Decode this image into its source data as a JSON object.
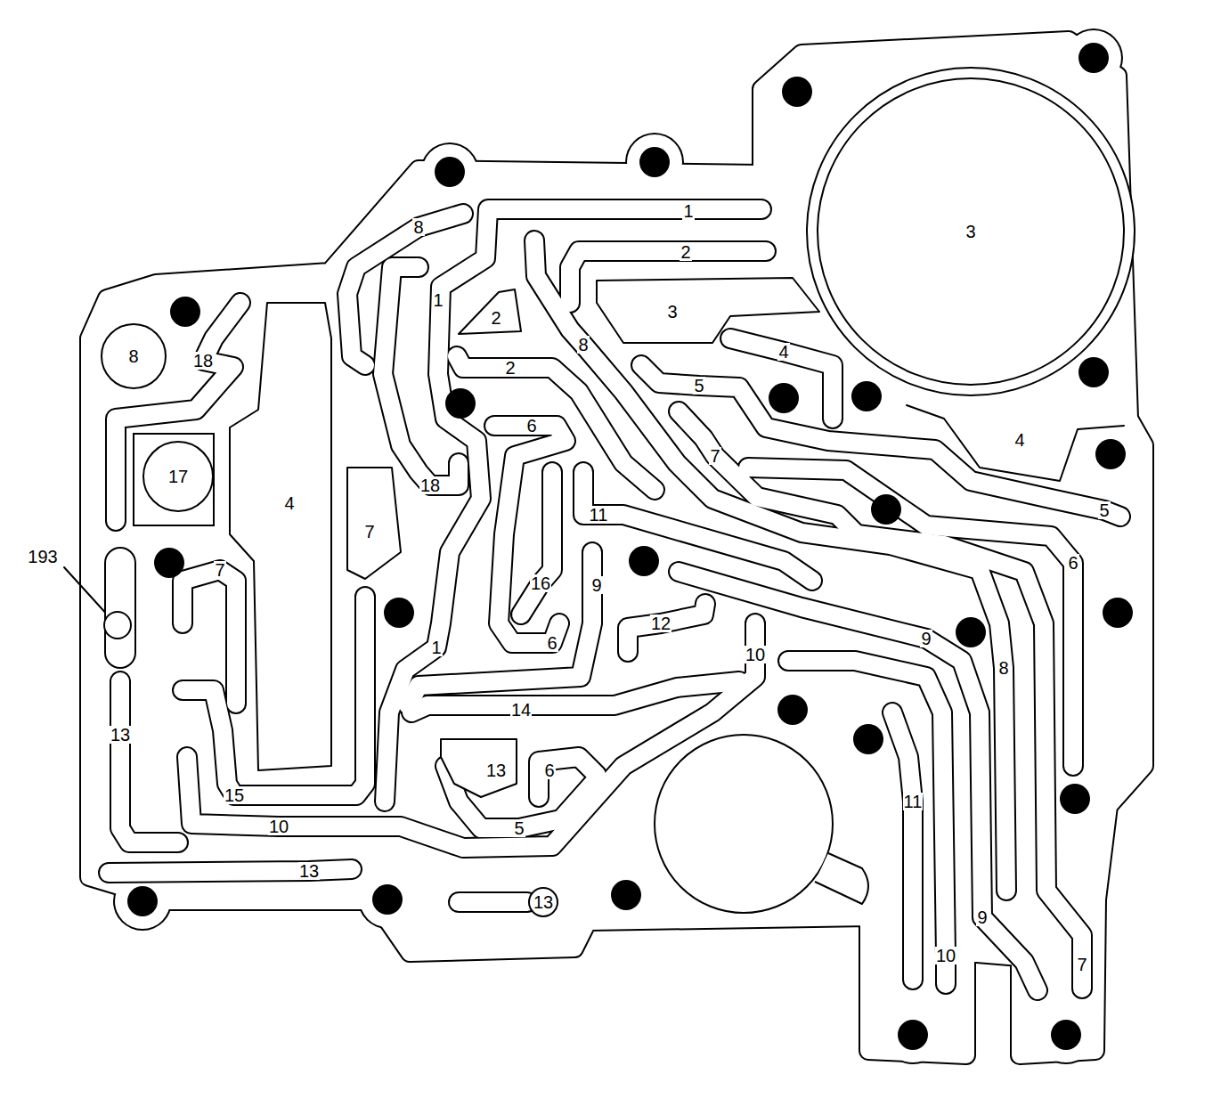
{
  "diagram": {
    "nodes": [
      {
        "text": [
          "3"
        ]
      },
      {
        "text": [
          "8"
        ]
      },
      {
        "text": [
          "17"
        ]
      },
      {
        "text": [
          "13"
        ]
      }
    ],
    "labels": [
      "1",
      "8",
      "2",
      "1",
      "3",
      "2",
      "8",
      "4",
      "18",
      "2",
      "5",
      "6",
      "4",
      "7",
      "18",
      "4",
      "5",
      "11",
      "7",
      "193",
      "6",
      "7",
      "16",
      "9",
      "12",
      "9",
      "6",
      "1",
      "10",
      "8",
      "14",
      "13",
      "13",
      "6",
      "15",
      "11",
      "10",
      "5",
      "13",
      "9",
      "10",
      "7"
    ]
  }
}
